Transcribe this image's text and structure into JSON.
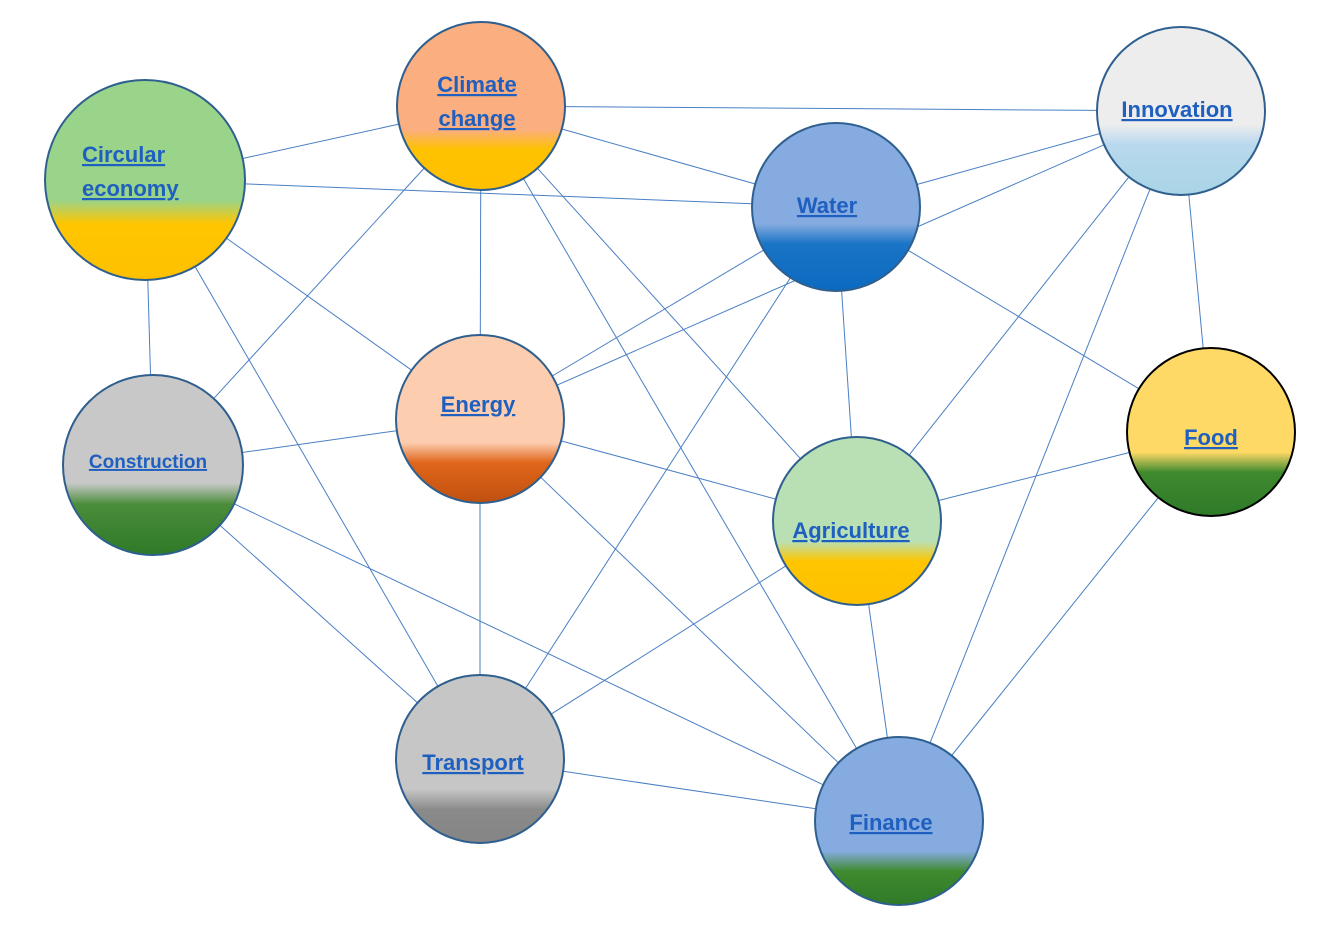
{
  "nodes": [
    {
      "id": "circular",
      "lines": [
        "Circular",
        "economy"
      ],
      "colors": [
        "#9ad48a",
        "#9ad48a",
        "#ffc600",
        "#ffc000"
      ],
      "stroke": "#2e5f8e"
    },
    {
      "id": "climate",
      "lines": [
        "Climate",
        "change"
      ],
      "colors": [
        "#fbae7f",
        "#fbae7f",
        "#ffc200",
        "#ffc000"
      ],
      "stroke": "#2e5f8e"
    },
    {
      "id": "water",
      "lines": [
        "Water"
      ],
      "colors": [
        "#85abe0",
        "#85abe0",
        "#1a74c6",
        "#0b6ac0"
      ],
      "stroke": "#2e5f8e"
    },
    {
      "id": "innovation",
      "lines": [
        "Innovation"
      ],
      "colors": [
        "#ededed",
        "#ededed",
        "#b9d8ee",
        "#a8d5e6"
      ],
      "stroke": "#2e5f8e"
    },
    {
      "id": "energy",
      "lines": [
        "Energy"
      ],
      "colors": [
        "#fdcdb0",
        "#fdcdb0",
        "#e0661a",
        "#c05010"
      ],
      "stroke": "#2e5f8e"
    },
    {
      "id": "construction",
      "lines": [
        "Construction"
      ],
      "colors": [
        "#c8c8c8",
        "#c8c8c8",
        "#4a8c3a",
        "#2e7a28"
      ],
      "stroke": "#2e5f8e"
    },
    {
      "id": "agriculture",
      "lines": [
        "Agriculture"
      ],
      "colors": [
        "#b9e0b5",
        "#b9e0b5",
        "#ffc600",
        "#ffc000"
      ],
      "stroke": "#2e5f8e"
    },
    {
      "id": "food",
      "lines": [
        "Food"
      ],
      "colors": [
        "#ffd966",
        "#ffd966",
        "#3f8a2e",
        "#2e7a28"
      ],
      "stroke": "#000000"
    },
    {
      "id": "transport",
      "lines": [
        "Transport"
      ],
      "colors": [
        "#c6c6c6",
        "#c6c6c6",
        "#8a8a8a",
        "#858585"
      ],
      "stroke": "#2e5f8e"
    },
    {
      "id": "finance",
      "lines": [
        "Finance"
      ],
      "colors": [
        "#85abe0",
        "#85abe0",
        "#3f8a2e",
        "#2e7a28"
      ],
      "stroke": "#2e5f8e"
    }
  ],
  "edges": [
    [
      "circular",
      "climate"
    ],
    [
      "circular",
      "water"
    ],
    [
      "circular",
      "energy"
    ],
    [
      "circular",
      "construction"
    ],
    [
      "circular",
      "transport"
    ],
    [
      "climate",
      "innovation"
    ],
    [
      "climate",
      "water"
    ],
    [
      "climate",
      "energy"
    ],
    [
      "climate",
      "construction"
    ],
    [
      "climate",
      "agriculture"
    ],
    [
      "climate",
      "finance"
    ],
    [
      "water",
      "innovation"
    ],
    [
      "water",
      "energy"
    ],
    [
      "water",
      "agriculture"
    ],
    [
      "water",
      "food"
    ],
    [
      "water",
      "transport"
    ],
    [
      "innovation",
      "energy"
    ],
    [
      "innovation",
      "agriculture"
    ],
    [
      "innovation",
      "food"
    ],
    [
      "innovation",
      "finance"
    ],
    [
      "energy",
      "construction"
    ],
    [
      "energy",
      "agriculture"
    ],
    [
      "energy",
      "transport"
    ],
    [
      "energy",
      "finance"
    ],
    [
      "construction",
      "transport"
    ],
    [
      "construction",
      "finance"
    ],
    [
      "agriculture",
      "transport"
    ],
    [
      "agriculture",
      "food"
    ],
    [
      "agriculture",
      "finance"
    ],
    [
      "food",
      "finance"
    ],
    [
      "transport",
      "finance"
    ]
  ]
}
